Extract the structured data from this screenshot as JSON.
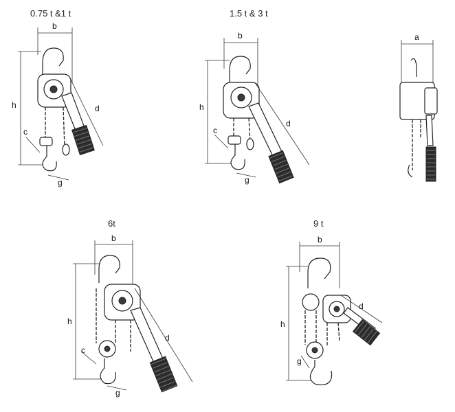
{
  "titles": {
    "t1": "0.75 t &1 t",
    "t2": "1.5 t & 3 t",
    "t3": "6t",
    "t4": "9 t"
  },
  "labels": {
    "a": "a",
    "b": "b",
    "c": "c",
    "d": "d",
    "g": "g",
    "h": "h"
  }
}
